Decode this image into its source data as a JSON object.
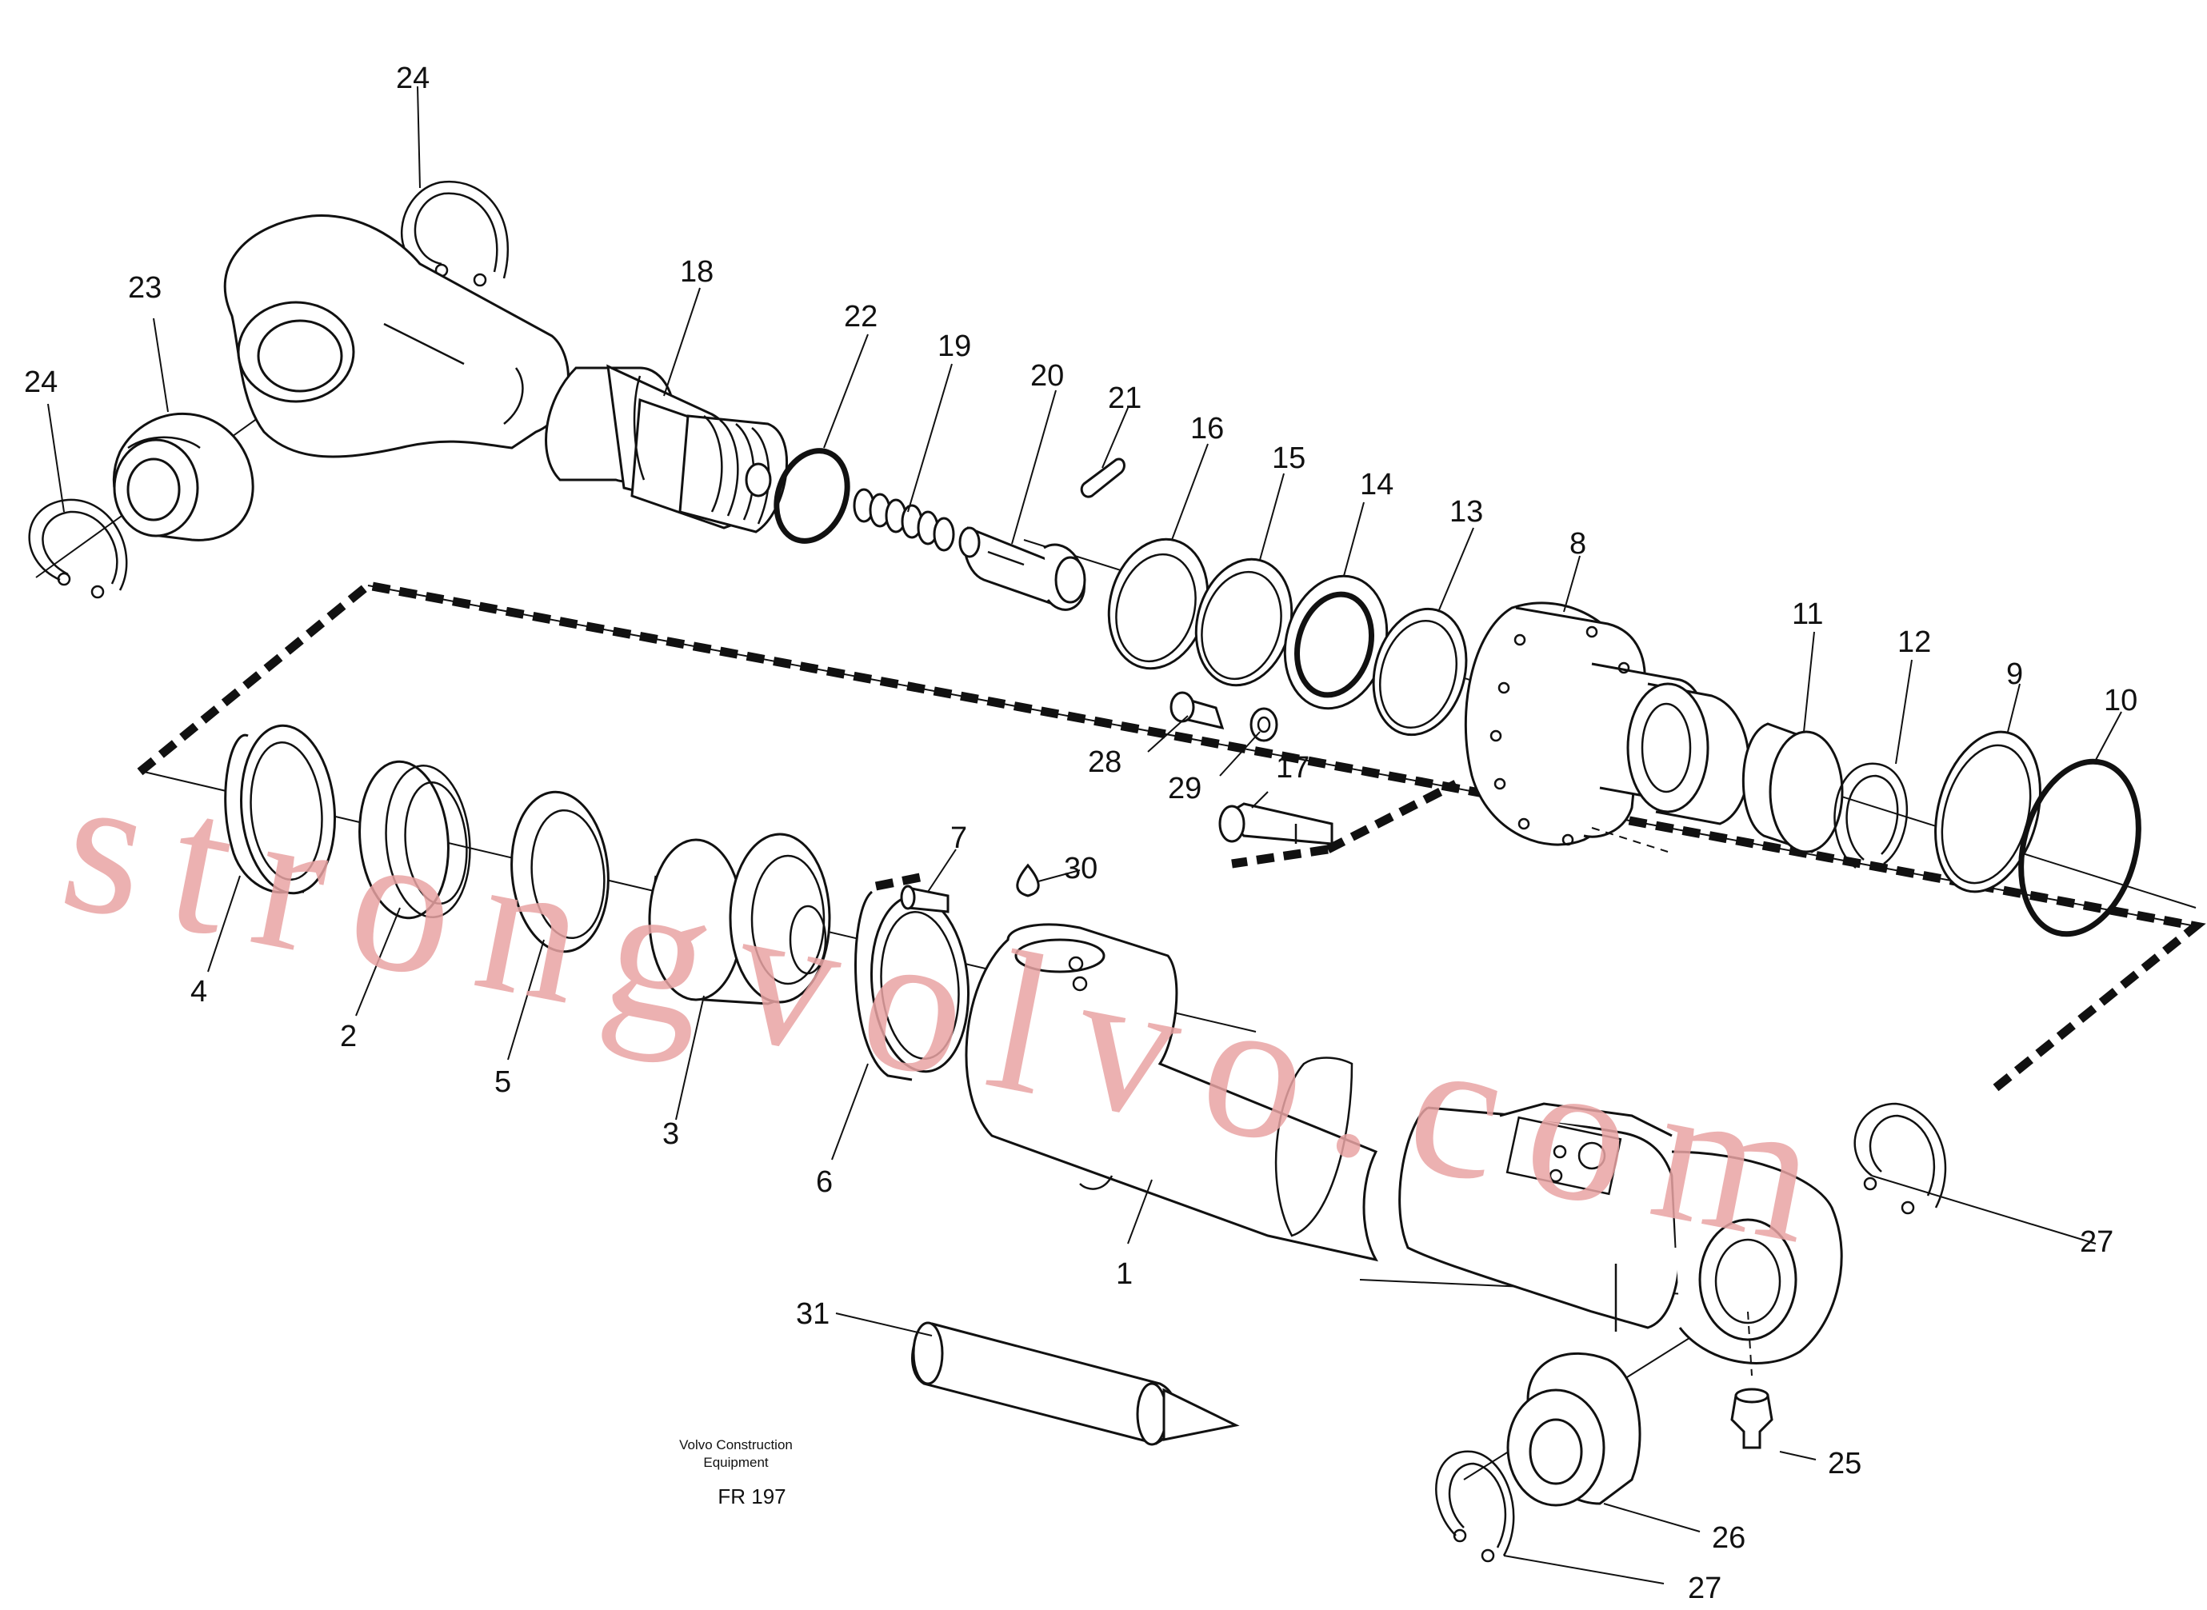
{
  "callouts": {
    "c1": "1",
    "c2": "2",
    "c3": "3",
    "c4": "4",
    "c5": "5",
    "c6": "6",
    "c7": "7",
    "c8": "8",
    "c9": "9",
    "c10": "10",
    "c11": "11",
    "c12": "12",
    "c13": "13",
    "c14": "14",
    "c15": "15",
    "c16": "16",
    "c17": "17",
    "c18": "18",
    "c19": "19",
    "c20": "20",
    "c21": "21",
    "c22": "22",
    "c23": "23",
    "c24a": "24",
    "c24b": "24",
    "c25": "25",
    "c26": "26",
    "c27a": "27",
    "c27b": "27",
    "c28": "28",
    "c29": "29",
    "c30": "30",
    "c31": "31"
  },
  "caption": {
    "line1": "Volvo Construction",
    "line2": "Equipment",
    "code": "FR 197"
  },
  "watermark": "strongvolvo.com",
  "colors": {
    "ink": "#111111",
    "watermark": "#e9a3a3",
    "background": "#ffffff"
  }
}
